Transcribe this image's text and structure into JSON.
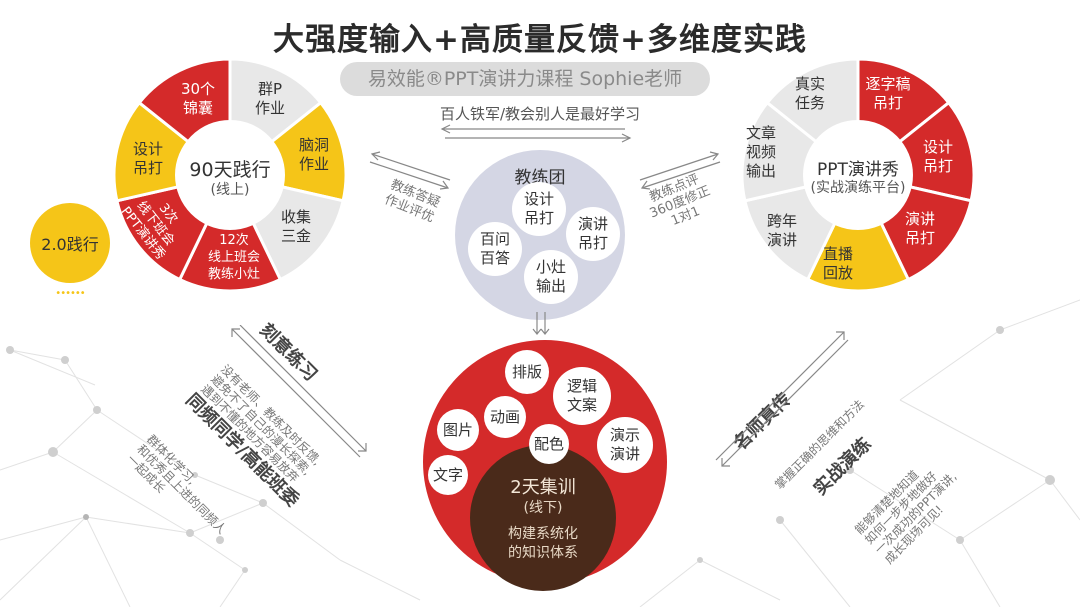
{
  "title": "大强度输入+高质量反馈+多维度实践",
  "subtitle": "易效能®PPT演讲力课程 Sophie老师",
  "top_arrow_caption": "百人铁军/教会别人是最好学习",
  "left_donut": {
    "center_title": "90天践行",
    "center_sub": "(线上)",
    "segments": [
      {
        "label": "群P\n作业",
        "color": "#e8e8e8"
      },
      {
        "label": "脑洞\n作业",
        "color": "#f5c518"
      },
      {
        "label": "收集\n三金",
        "color": "#e8e8e8"
      },
      {
        "label": "12次\n线上班会\n教练小灶",
        "color": "#d42a2a"
      },
      {
        "label": "3次\n线下班会\nPPT演讲秀",
        "color": "#d42a2a"
      },
      {
        "label": "设计\n吊打",
        "color": "#f5c518"
      },
      {
        "label": "30个\n锦囊",
        "color": "#d42a2a"
      }
    ]
  },
  "practice_badge": {
    "label": "2.0践行",
    "dots": "••••••"
  },
  "left_arrow_caption": "教练答疑\n作业评优",
  "coach_group": {
    "title": "教练团",
    "bubbles": [
      "设计\n吊打",
      "演讲\n吊打",
      "百问\n百答",
      "小灶\n输出"
    ]
  },
  "right_arrow_caption": "教练点评\n360度修正\n1对1",
  "right_donut": {
    "center_title": "PPT演讲秀",
    "center_sub": "(实战演练平台)",
    "segments": [
      {
        "label": "逐字稿\n吊打",
        "color": "#d42a2a"
      },
      {
        "label": "设计\n吊打",
        "color": "#d42a2a"
      },
      {
        "label": "演讲\n吊打",
        "color": "#d42a2a"
      },
      {
        "label": "直播\n回放",
        "color": "#f5c518"
      },
      {
        "label": "跨年\n演讲",
        "color": "#e8e8e8"
      },
      {
        "label": "文章\n视频\n输出",
        "color": "#e8e8e8"
      },
      {
        "label": "真实\n任务",
        "color": "#e8e8e8"
      }
    ]
  },
  "training": {
    "center_title": "2天集训",
    "center_sub": "(线下)",
    "center_desc": "构建系统化\n的知识体系",
    "bubbles": [
      "排版",
      "逻辑\n文案",
      "动画",
      "图片",
      "配色",
      "演示\n演讲",
      "文字"
    ]
  },
  "left_notes": {
    "deliberate": {
      "heading": "刻意练习",
      "body": "没有老师、教练及时反馈,\n避免不了自己的漫长探索,\n遇到不懂的地方容易放弃"
    },
    "peers": {
      "heading": "同频同学/高能班委",
      "body": "群体化学习,\n和优秀且上进的同频人\n一起成长"
    }
  },
  "right_notes": {
    "master": {
      "heading": "名师真传",
      "body": "掌握正确的思维和方法"
    },
    "practice": {
      "heading": "实战演练",
      "body": "能够清楚地知道\n如何一步步地做好\n一次成功的PPT演讲,\n成长现场可见!"
    }
  },
  "colors": {
    "red": "#d42a2a",
    "yellow": "#f5c518",
    "gray": "#e8e8e8",
    "lavender": "#d4d6e4",
    "brown": "#4a2a1a",
    "title": "#2b2b2b"
  }
}
